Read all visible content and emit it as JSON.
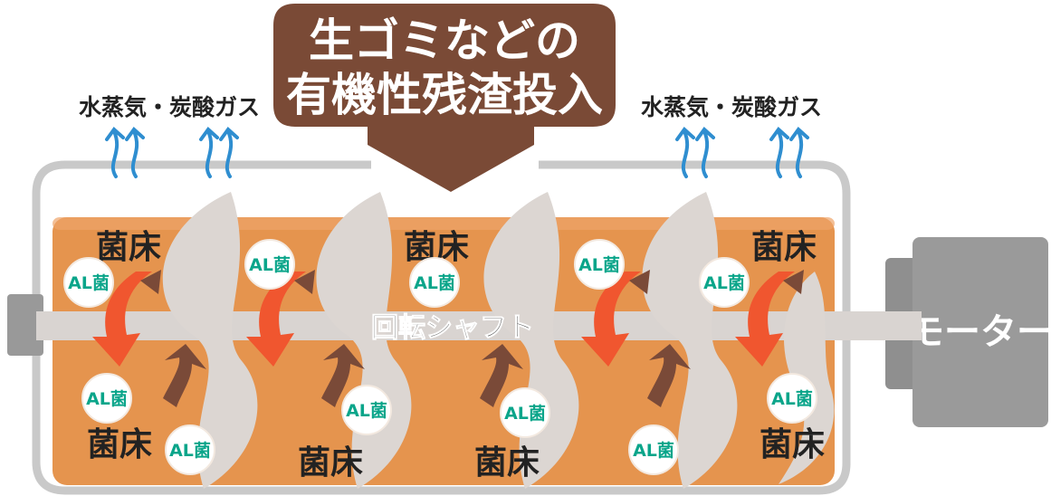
{
  "input_banner": {
    "line1": "生ゴミなどの",
    "line2": "有機性残渣投入"
  },
  "emission_left": "水蒸気・炭酸ガス",
  "emission_right": "水蒸気・炭酸ガス",
  "shaft_label": "回転シャフト",
  "motor_label": "モーター",
  "bed_label": "菌床",
  "bacteria_label": "AL菌",
  "colors": {
    "banner": "#7a4a36",
    "bed": "#e5944e",
    "bed_edge": "#f0b07a",
    "paddle": "#dcd6d2",
    "shaft": "#d9d4d1",
    "arrow_down": "#f0562f",
    "arrow_up": "#7a4a38",
    "steam": "#2f8ed0",
    "motor": "#999999",
    "bacteria_text": "#0aa58a"
  }
}
